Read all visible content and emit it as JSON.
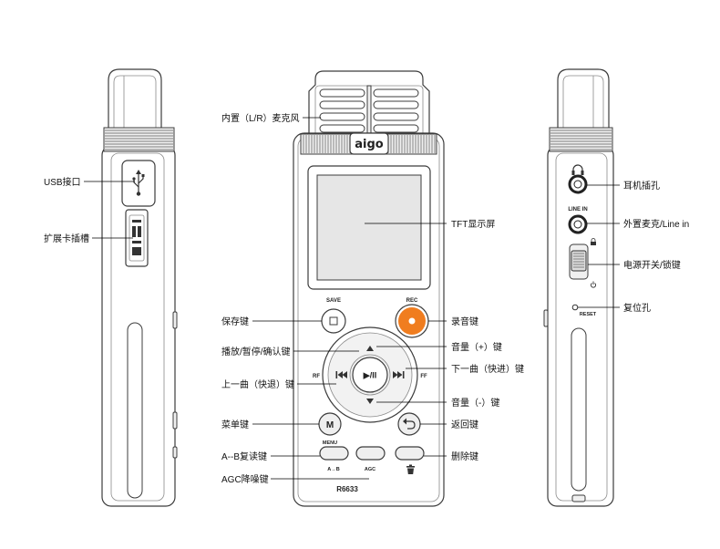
{
  "device": {
    "logo": "aigo",
    "model": "R6633",
    "save_label": "SAVE",
    "rec_label": "REC",
    "rf_label": "RF",
    "ff_label": "FF",
    "menu_label": "MENU",
    "menu_button": "M",
    "play_pause": "▶/II",
    "ab_label": "A→B",
    "agc_label": "AGC",
    "line_in_label": "LINE IN",
    "reset_label": "RESET"
  },
  "callouts": {
    "mic": "内置（L/R）麦克风",
    "usb": "USB接口",
    "card_slot": "扩展卡插槽",
    "tft": "TFT显示屏",
    "save": "保存键",
    "rec": "录音键",
    "play": "播放/暂停/确认键",
    "vol_up": "音量（+）键",
    "prev": "上一曲（快退）键",
    "next": "下一曲（快进）键",
    "vol_down": "音量（-）键",
    "menu": "菜单键",
    "back": "返回键",
    "ab": "A--B复读键",
    "delete": "删除键",
    "agc": "AGC降噪键",
    "headphone": "耳机插孔",
    "line_in": "外置麦克/Line in",
    "power": "电源开关/锁键",
    "reset": "复位孔"
  },
  "icons": {
    "usb_port": "usb-icon",
    "headphone": "headphone-icon",
    "lock": "lock-icon",
    "power": "power-icon",
    "save": "square-icon",
    "record": "record-dot-icon",
    "volume_up": "triangle-up-icon",
    "volume_down": "triangle-down-icon",
    "previous": "skip-back-icon",
    "next": "skip-forward-icon",
    "back": "return-arrow-icon",
    "delete": "trash-icon"
  },
  "colors": {
    "outline": "#3c3c3c",
    "record_button": "#f07d1f",
    "screen": "#e6e6e6",
    "button_fill": "#efefef",
    "background": "#ffffff"
  }
}
